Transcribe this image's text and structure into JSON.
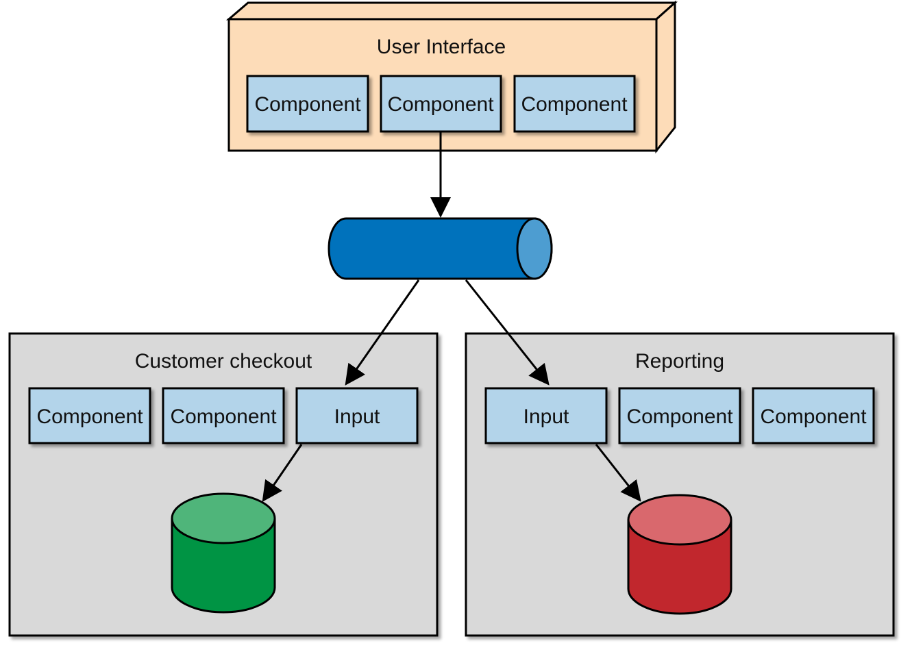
{
  "ui_block": {
    "title": "User Interface",
    "components": [
      "Component",
      "Component",
      "Component"
    ]
  },
  "checkout": {
    "title": "Customer checkout",
    "components": [
      "Component",
      "Component",
      "Input"
    ]
  },
  "reporting": {
    "title": "Reporting",
    "components": [
      "Input",
      "Component",
      "Component"
    ]
  },
  "colors": {
    "ui_fill": "#fddcb8",
    "component_fill": "#b3d4ea",
    "service_fill": "#d9d9d9",
    "queue_fill": "#0072bc",
    "queue_cap": "#4d9dd1",
    "db_green_top": "#4fb57a",
    "db_green_body": "#009444",
    "db_red_top": "#d9686d",
    "db_red_body": "#c1272d"
  }
}
